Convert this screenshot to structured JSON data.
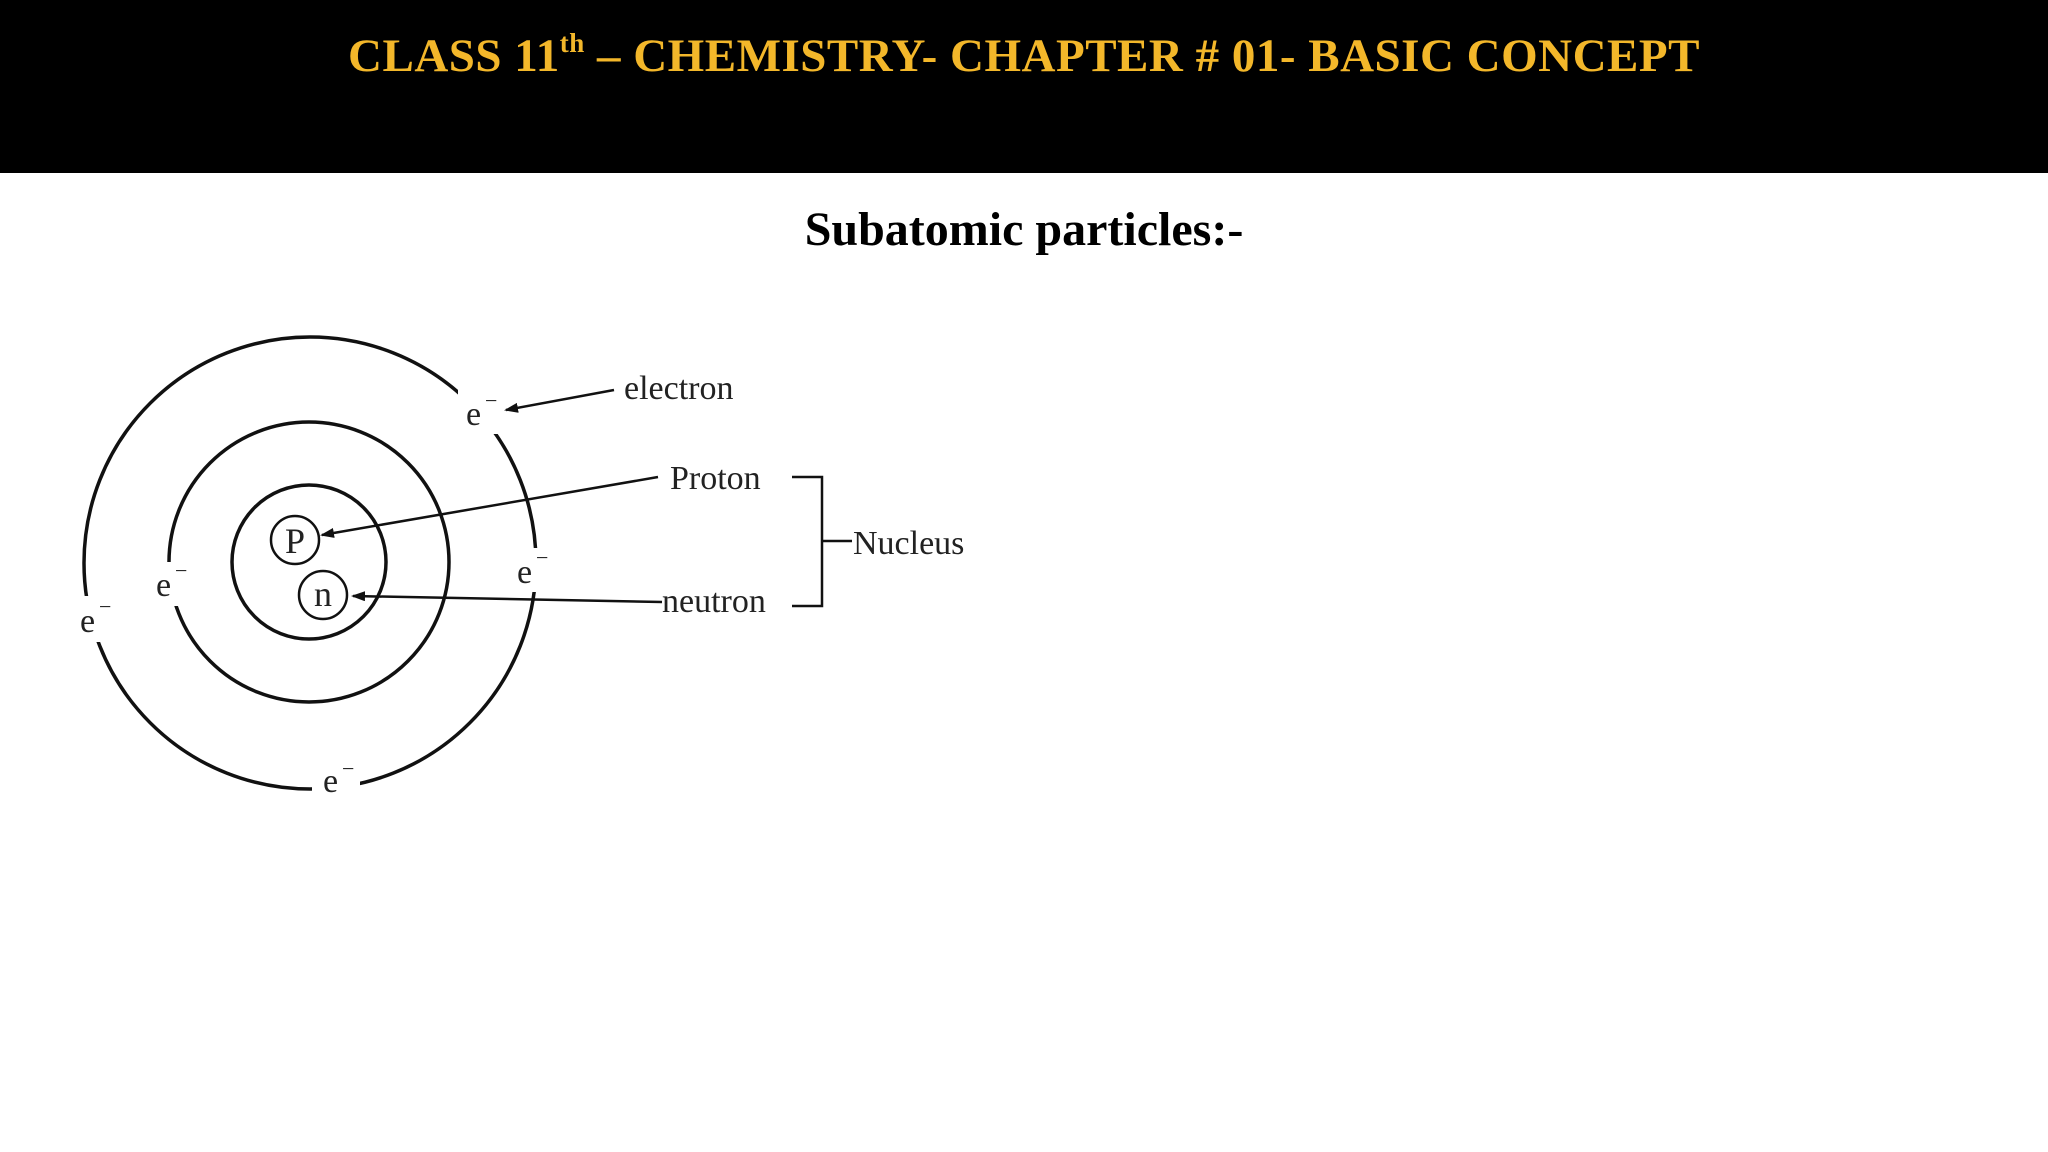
{
  "header": {
    "title_part1": "CLASS 11",
    "title_sup": "th",
    "title_part2": " – CHEMISTRY- CHAPTER # 01- BASIC CONCEPT",
    "background": "#000000",
    "text_color": "#f3b72a"
  },
  "slide": {
    "heading": "Subatomic particles:-"
  },
  "diagram": {
    "labels": {
      "electron": "electron",
      "proton": "Proton",
      "neutron": "neutron",
      "nucleus": "Nucleus"
    },
    "symbols": {
      "proton": "P",
      "neutron": "n",
      "electron": "e",
      "electron_charge": "−"
    }
  }
}
